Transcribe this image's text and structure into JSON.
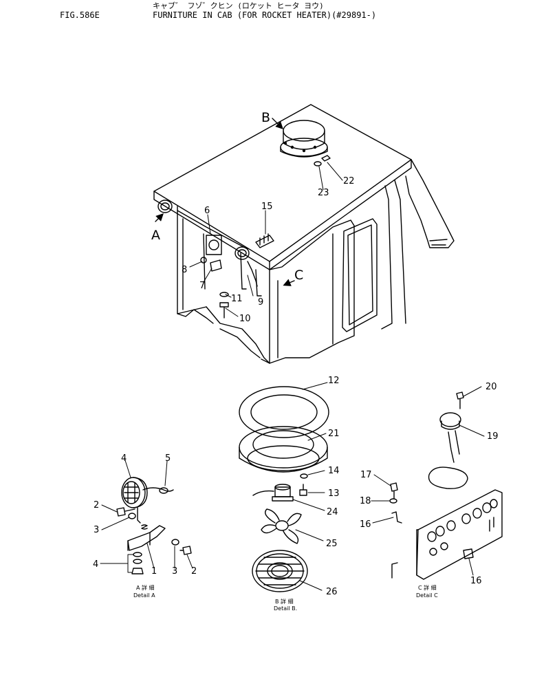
{
  "header": {
    "fig_id": "FIG.586E",
    "title_jp": "キャブ゛ フゾ゛クヒン (ロケット ヒータ ヨウ)",
    "title_en": "FURNITURE IN CAB (FOR ROCKET HEATER)(#29891-)"
  },
  "views": {
    "a": "A",
    "b": "B",
    "c": "C"
  },
  "callouts": {
    "n1": "1",
    "n2a": "2",
    "n2b": "2",
    "n3a": "3",
    "n3b": "3",
    "n4a": "4",
    "n4b": "4",
    "n5": "5",
    "n6": "6",
    "n7": "7",
    "n8": "8",
    "n9": "9",
    "n10": "10",
    "n11": "11",
    "n12": "12",
    "n13": "13",
    "n14": "14",
    "n15": "15",
    "n16a": "16",
    "n16b": "16",
    "n17": "17",
    "n18": "18",
    "n19": "19",
    "n20": "20",
    "n21": "21",
    "n22": "22",
    "n23": "23",
    "n24": "24",
    "n25": "25",
    "n26": "26"
  },
  "details": {
    "a_jp": "A 詳 細",
    "a_en": "Detail A",
    "b_jp": "B 詳 細",
    "b_en": "Detail B.",
    "c_jp": "C 詳 細",
    "c_en": "Detail C"
  }
}
